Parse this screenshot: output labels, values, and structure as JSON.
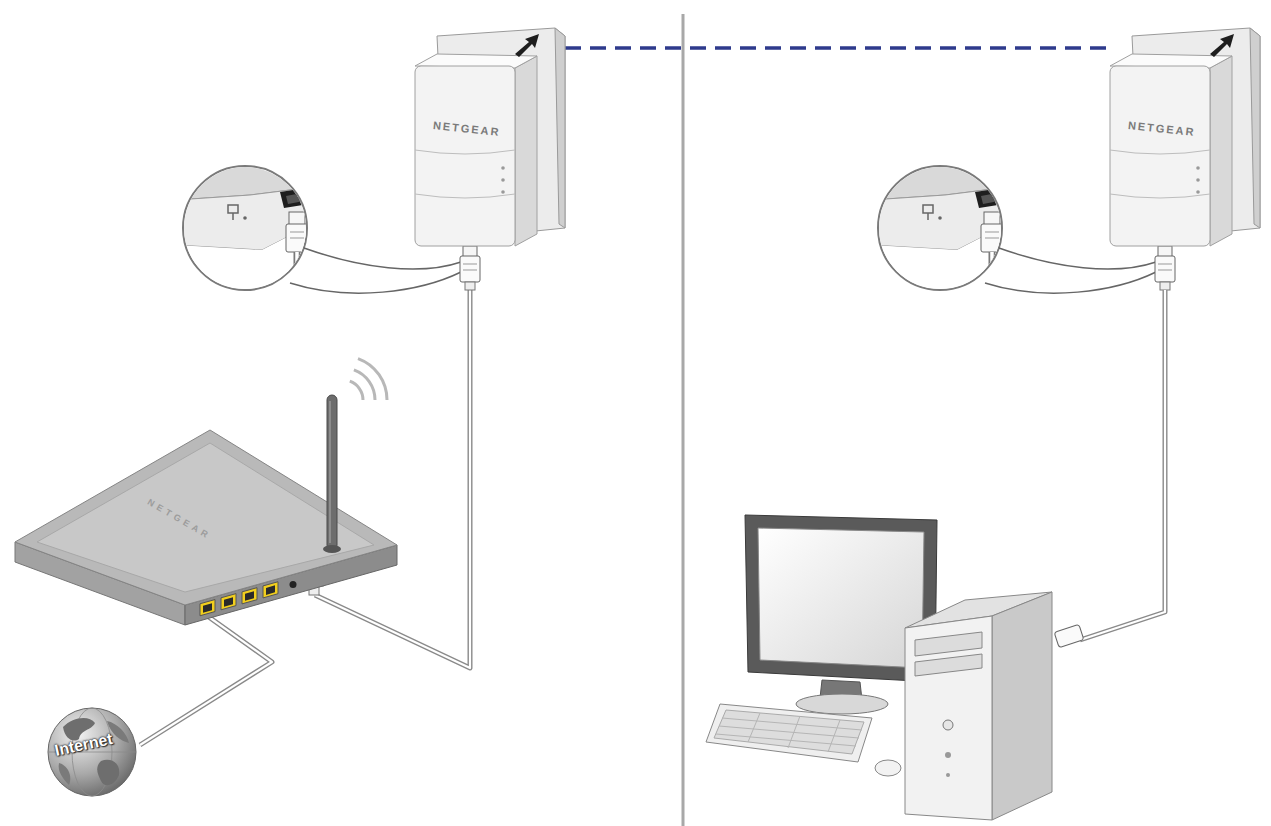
{
  "diagram": {
    "nodes": [
      {
        "text": [
          "NETGEAR"
        ]
      },
      {
        "text": [
          "NETGEAR"
        ]
      },
      {
        "text": [
          "NETGEAR"
        ]
      },
      {
        "text": [
          "Internet"
        ]
      }
    ],
    "edges": [
      {
        "from": 0,
        "to": 1,
        "arrow": "none"
      },
      {
        "from": 2,
        "to": 0,
        "arrow": "none"
      },
      {
        "from": 3,
        "to": 2,
        "arrow": "none"
      }
    ]
  }
}
